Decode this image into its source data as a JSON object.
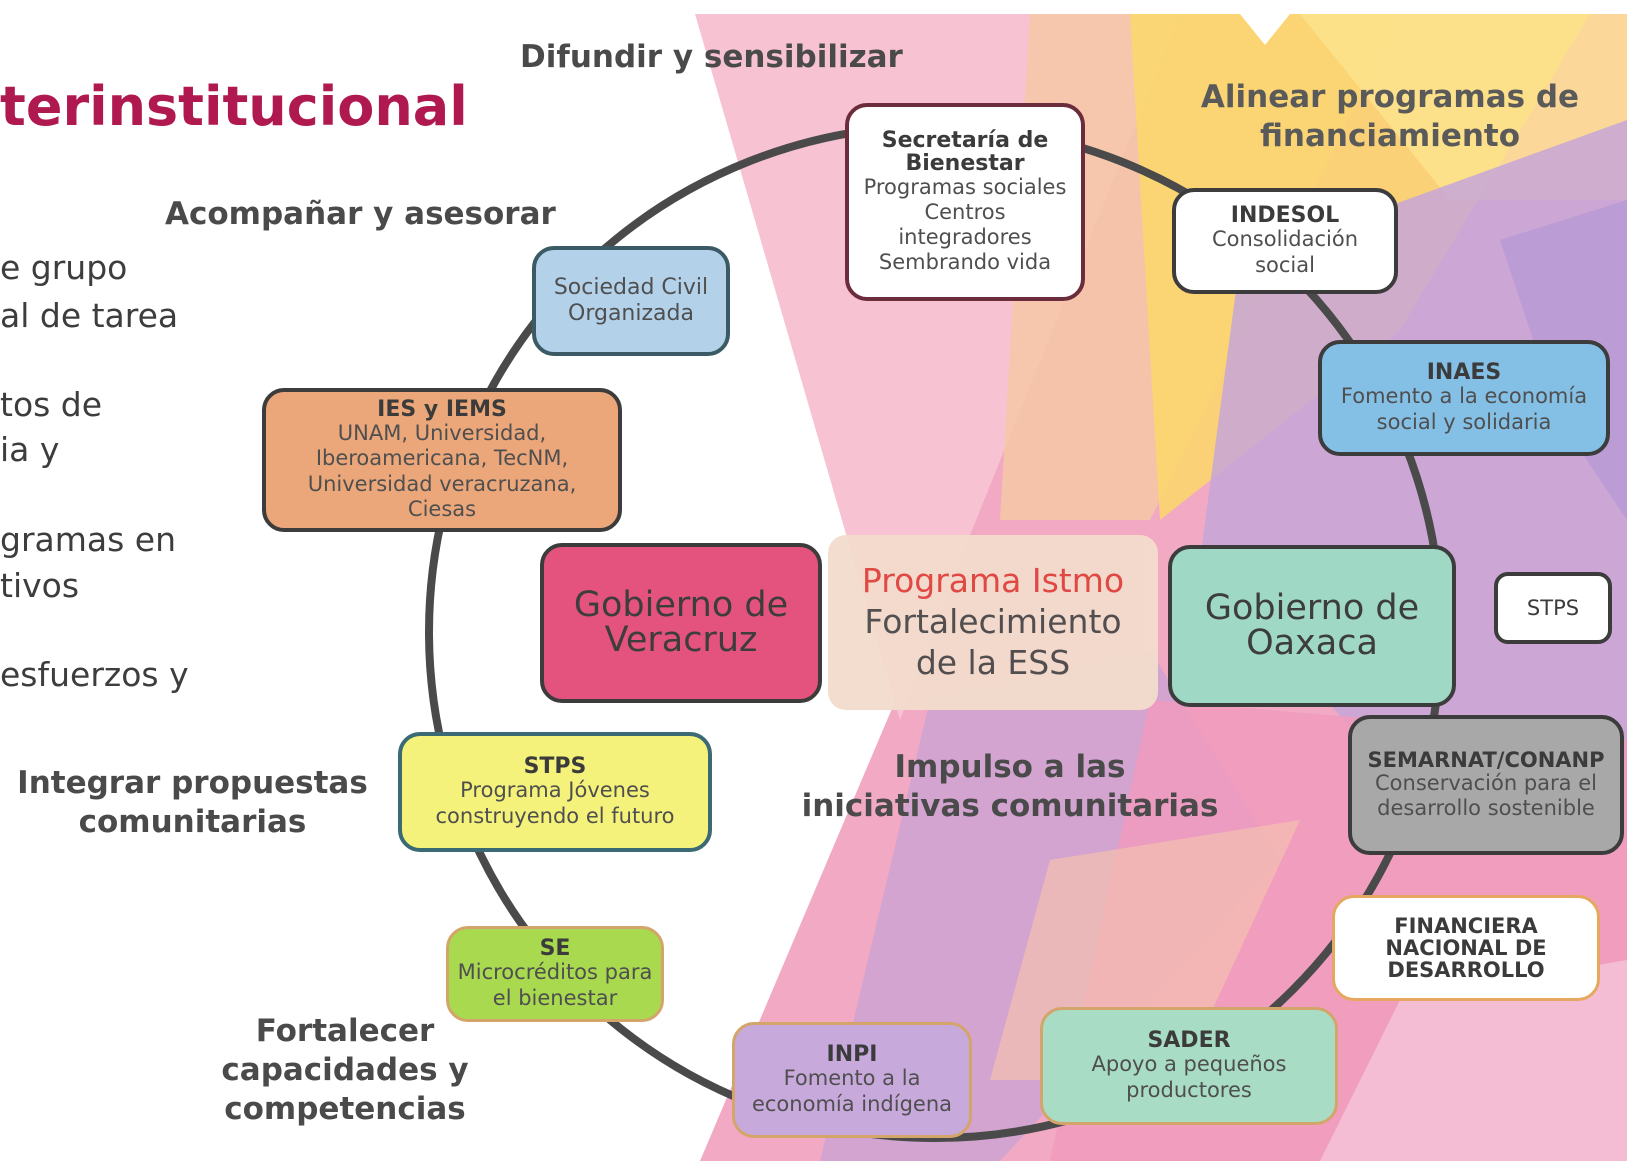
{
  "title": "terinstitucional",
  "headings": {
    "difundir": "Difundir y sensibilizar",
    "alinear": "Alinear programas de financiamiento",
    "acompanar": "Acompañar y asesorar",
    "integrar": "Integrar propuestas comunitarias",
    "impulso": "Impulso a las iniciativas comunitarias",
    "fortalecer": "Fortalecer capacidades y competencias"
  },
  "left_fragments": [
    "e grupo",
    "al de tarea",
    "tos de",
    "ia y",
    "gramas en",
    "tivos",
    "esfuerzos y"
  ],
  "center": {
    "program": "Programa Istmo",
    "line1": "Fortalecimiento",
    "line2": "de la ESS"
  },
  "nodes": {
    "bienestar": {
      "title": "Secretaría de Bienestar",
      "sub": "Programas sociales Centros integradores Sembrando vida"
    },
    "indesol": {
      "title": "INDESOL",
      "sub": "Consolidación social"
    },
    "inaes": {
      "title": "INAES",
      "sub": "Fomento a la economía social y solidaria"
    },
    "stps_right": {
      "title": "STPS",
      "sub": ""
    },
    "semarnat": {
      "title": "SEMARNAT/CONANP",
      "sub": "Conservación para el desarrollo sostenible"
    },
    "financiera": {
      "title": "FINANCIERA NACIONAL DE DESARROLLO",
      "sub": ""
    },
    "sader": {
      "title": "SADER",
      "sub": "Apoyo a pequeños productores"
    },
    "inpi": {
      "title": "INPI",
      "sub": "Fomento a la economía indígena"
    },
    "se": {
      "title": "SE",
      "sub": "Microcréditos para el bienestar"
    },
    "stps_left": {
      "title": "STPS",
      "sub": "Programa Jóvenes construyendo el futuro"
    },
    "ies": {
      "title": "IES y IEMS",
      "sub": "UNAM, Universidad, Iberoamericana, TecNM, Universidad veracruzana, Ciesas"
    },
    "sociedad": {
      "title": "",
      "sub": "Sociedad Civil Organizada"
    },
    "veracruz": {
      "title": "Gobierno de Veracruz",
      "sub": ""
    },
    "oaxaca": {
      "title": "Gobierno de Oaxaca",
      "sub": ""
    }
  },
  "colors": {
    "title": "#b0194f",
    "program": "#e0433e",
    "veracruz": "#e4537d",
    "oaxaca": "#9fd8c5",
    "ies": "#eba77a",
    "stps_left": "#f4f27a",
    "se": "#a8d94e",
    "inpi": "#c8a9dc",
    "sader": "#a9dcc5",
    "inaes": "#84bfe6",
    "semarnat": "#a8a8a8",
    "sociedad": "#b3d2ea"
  }
}
